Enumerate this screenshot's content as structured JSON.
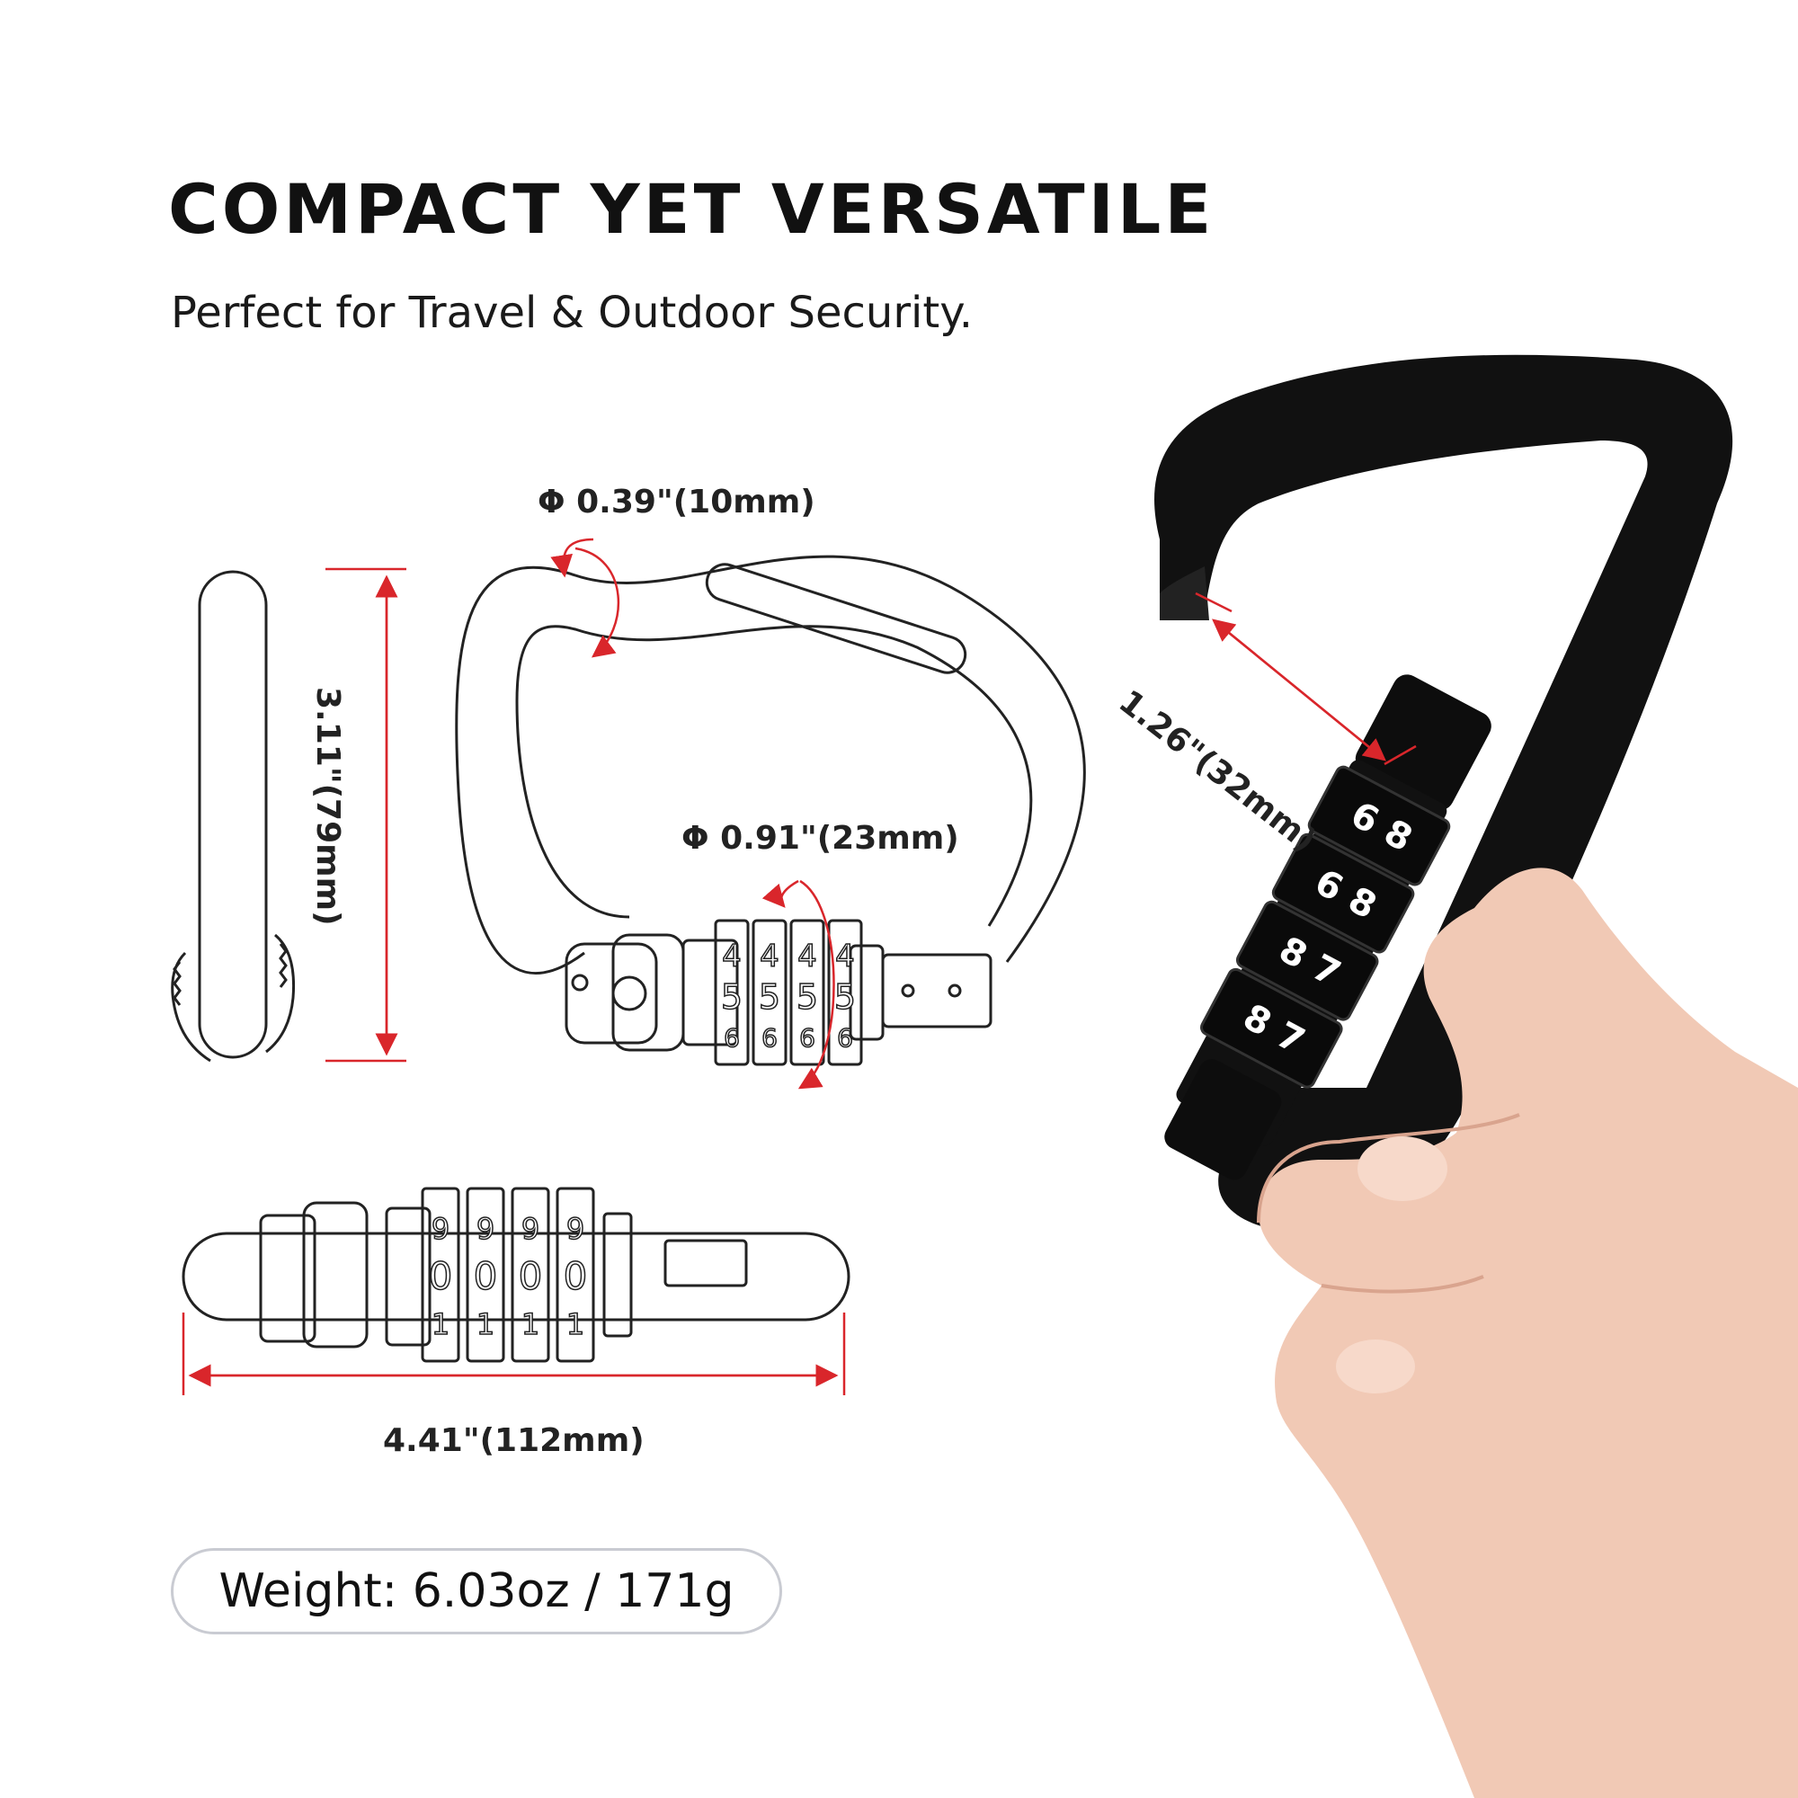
{
  "header": {
    "title": "COMPACT YET VERSATILE",
    "subtitle": "Perfect for Travel & Outdoor Security."
  },
  "dimensions": {
    "rod_diameter": "Φ 0.39\"(10mm)",
    "height": "3.11\"(79mm)",
    "dial_diameter": "Φ 0.91\"(23mm)",
    "length": "4.41\"(112mm)",
    "gate_opening": "1.26\"(32mm)"
  },
  "dial_digits": {
    "front_top": [
      "4",
      "4",
      "4",
      "4"
    ],
    "front_mid": [
      "5",
      "5",
      "5",
      "5"
    ],
    "front_bot": [
      "6",
      "6",
      "6",
      "6"
    ],
    "bottom_top": [
      "9",
      "9",
      "9",
      "9"
    ],
    "bottom_mid": [
      "0",
      "0",
      "0",
      "0"
    ],
    "bottom_bot": [
      "1",
      "1",
      "1",
      "1"
    ]
  },
  "weight": "Weight: 6.03oz / 171g",
  "colors": {
    "dimension_line": "#d9262b",
    "lock_body": "#111111",
    "skin": "#f1c9b5"
  }
}
